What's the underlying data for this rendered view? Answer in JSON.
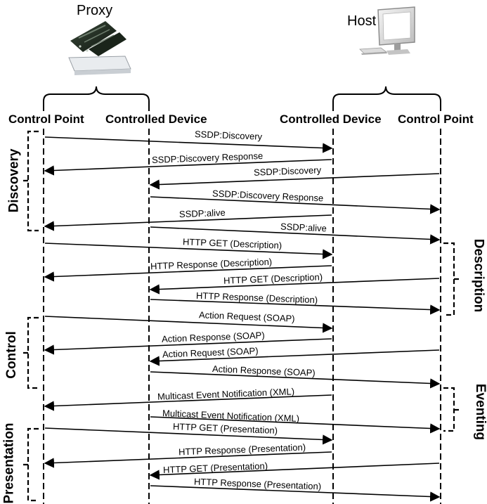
{
  "titles": {
    "left": "Proxy",
    "right": "Host"
  },
  "icons": {
    "left": "router-icon",
    "right": "desktop-computer-icon"
  },
  "lifelines": {
    "l1": "Control  Point",
    "l2": "Controlled Device",
    "l3": "Controlled Device",
    "l4": "Control  Point"
  },
  "phases": {
    "discovery": "Discovery",
    "description": "Description",
    "control": "Control",
    "eventing": "Eventing",
    "presentation": "Presentation"
  },
  "messages": [
    {
      "label": "SSDP:Discovery",
      "from": "Control Point (Proxy)",
      "to": "Controlled Device (Host)"
    },
    {
      "label": "SSDP:Discovery  Response",
      "from": "Controlled Device (Host)",
      "to": "Control Point (Proxy)"
    },
    {
      "label": "SSDP:Discovery",
      "from": "Control Point (Host)",
      "to": "Controlled Device (Proxy)"
    },
    {
      "label": "SSDP:Discovery  Response",
      "from": "Controlled Device (Proxy)",
      "to": "Control Point (Host)"
    },
    {
      "label": "SSDP:alive",
      "from": "Controlled Device (Host)",
      "to": "Control Point (Proxy)"
    },
    {
      "label": "SSDP:alive",
      "from": "Controlled Device (Proxy)",
      "to": "Control Point (Host)"
    },
    {
      "label": "HTTP GET  (Description)",
      "from": "Control Point (Proxy)",
      "to": "Controlled Device (Host)"
    },
    {
      "label": "HTTP Response  (Description)",
      "from": "Controlled Device (Host)",
      "to": "Control Point (Proxy)"
    },
    {
      "label": "HTTP GET  (Description)",
      "from": "Control Point (Host)",
      "to": "Controlled Device (Proxy)"
    },
    {
      "label": "HTTP Response  (Description)",
      "from": "Controlled Device (Proxy)",
      "to": "Control Point (Host)"
    },
    {
      "label": "Action Request  (SOAP)",
      "from": "Control Point (Proxy)",
      "to": "Controlled Device (Host)"
    },
    {
      "label": "Action Response  (SOAP)",
      "from": "Controlled Device (Host)",
      "to": "Control Point (Proxy)"
    },
    {
      "label": "Action Request  (SOAP)",
      "from": "Control Point (Host)",
      "to": "Controlled Device (Proxy)"
    },
    {
      "label": "Action Response  (SOAP)",
      "from": "Controlled Device (Proxy)",
      "to": "Control Point (Host)"
    },
    {
      "label": "Multicast Event Notification  (XML)",
      "from": "Controlled Device (Host)",
      "to": "Control Point (Proxy)"
    },
    {
      "label": "Multicast Event Notification  (XML)",
      "from": "Controlled Device (Proxy)",
      "to": "Control Point (Host)"
    },
    {
      "label": "HTTP GET  (Presentation)",
      "from": "Control Point (Proxy)",
      "to": "Controlled Device (Host)"
    },
    {
      "label": "HTTP Response (Presentation)",
      "from": "Controlled Device (Host)",
      "to": "Control Point (Proxy)"
    },
    {
      "label": "HTTP GET  (Presentation)",
      "from": "Control Point (Host)",
      "to": "Controlled Device (Proxy)"
    },
    {
      "label": "HTTP Response (Presentation)",
      "from": "Controlled Device (Proxy)",
      "to": "Control Point (Host)"
    }
  ]
}
